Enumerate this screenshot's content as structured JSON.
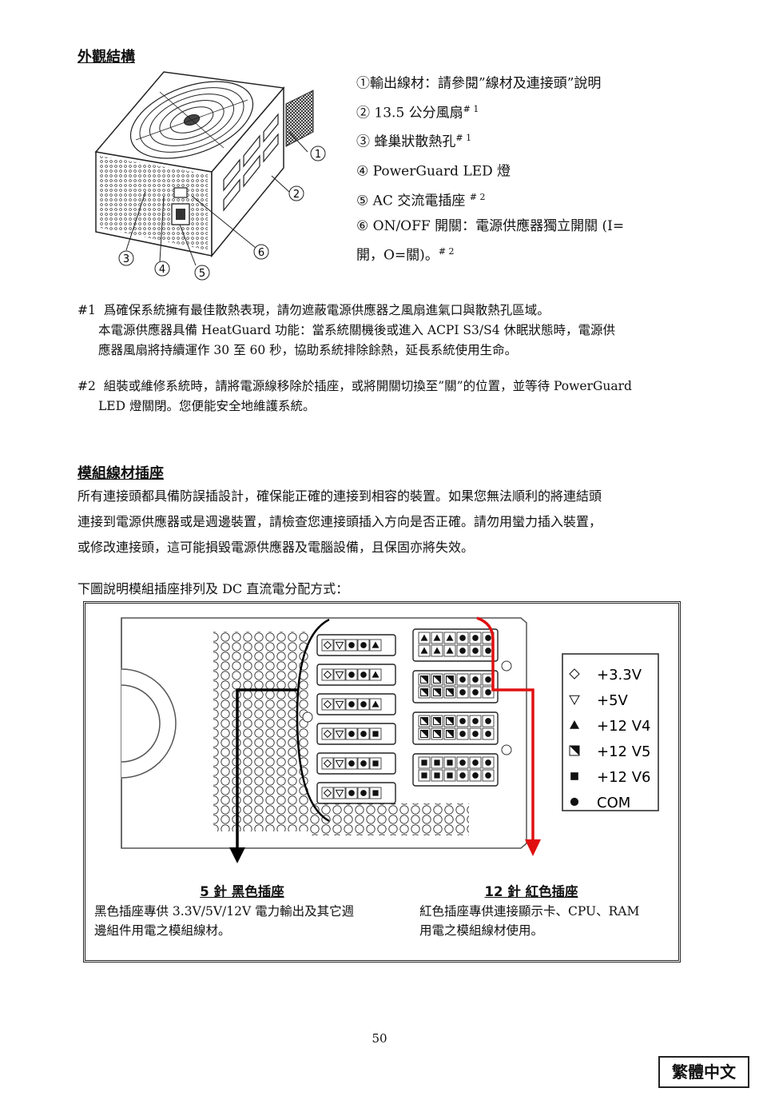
{
  "section1": {
    "title": "外觀結構",
    "features": [
      {
        "text": "①輸出線材：請參閱”線材及連接頭”說明",
        "sup": ""
      },
      {
        "text": "② 13.5 公分風扇",
        "sup": "# 1"
      },
      {
        "text": "③  蜂巢狀散熱孔",
        "sup": "# 1"
      },
      {
        "text": "④ PowerGuard LED 燈",
        "sup": ""
      },
      {
        "text": "⑤ AC 交流電插座 ",
        "sup": "# 2"
      }
    ],
    "feature6_line1": "⑥ ON/OFF 開關：電源供應器獨立開關 (I=",
    "feature6_line2": "開，O=關)。",
    "feature6_sup": "# 2",
    "callouts": [
      "1",
      "2",
      "3",
      "4",
      "5",
      "6"
    ]
  },
  "notes": {
    "n1_label": "#1",
    "n1_line1": "爲確保系統擁有最佳散熱表現，請勿遮蔽電源供應器之風扇進氣口與散熱孔區域。",
    "n1_line2": "本電源供應器具備 HeatGuard 功能：當系統關機後或進入 ACPI S3/S4  休眠狀態時，電源供",
    "n1_line3": "應器風扇將持續運作 30 至 60 秒，協助系統排除餘熱，延長系統使用生命。",
    "n2_label": "#2",
    "n2_line1": "組裝或維修系統時，請將電源線移除於插座，或將開關切換至”關”的位置，並等待 PowerGuard",
    "n2_line2": "LED 燈關閉。您便能安全地維護系統。"
  },
  "section2": {
    "title": "模組線材插座",
    "para_line1": "所有連接頭都具備防誤插設計，確保能正確的連接到相容的裝置。如果您無法順利的將連結頭",
    "para_line2": "連接到電源供應器或是週邊裝置，請檢查您連接頭插入方向是否正確。請勿用蠻力插入裝置，",
    "para_line3": "或修改連接頭，這可能損毀電源供應器及電腦設備，且保固亦將失效。",
    "intro": "下圖說明模組插座排列及 DC 直流電分配方式："
  },
  "diagram": {
    "legend": [
      {
        "symbol": "diamond",
        "label": "+3.3V"
      },
      {
        "symbol": "triangle-down",
        "label": "+5V"
      },
      {
        "symbol": "triangle-up",
        "label": "+12 V4"
      },
      {
        "symbol": "half-square",
        "label": "+12 V5"
      },
      {
        "symbol": "square",
        "label": "+12 V6"
      },
      {
        "symbol": "circle",
        "label": "COM"
      }
    ],
    "black_title": "5 針  黑色插座",
    "black_line1": "黑色插座專供 3.3V/5V/12V 電力輸出及其它週",
    "black_line2": "邊組件用電之模組線材。",
    "red_title": "12 針  紅色插座",
    "red_line1": "紅色插座專供連接顯示卡、CPU、RAM",
    "red_line2": "用電之模組線材使用。",
    "arrow_black_color": "#000000",
    "arrow_red_color": "#e01010"
  },
  "footer": {
    "page_number": "50",
    "language_badge": "繁體中文"
  }
}
